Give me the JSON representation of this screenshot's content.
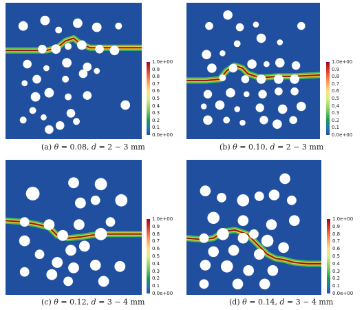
{
  "colors": {
    "background": "#1f4f9e",
    "hole": "#ffffff",
    "crack_core": "#8b1a1a",
    "crack_mid": "#f2c230",
    "crack_outer": "#3fbf5a"
  },
  "colorbar": {
    "labels": [
      "1.0e+00",
      "0.9",
      "0.8",
      "0.7",
      "0.6",
      "0.5",
      "0.4",
      "0.3",
      "0.2",
      "0.1",
      "0.0e+00"
    ]
  },
  "panels": [
    {
      "id": "a",
      "caption": {
        "label": "(a)",
        "theta_sym": "θ",
        "theta": "= 0.08,",
        "d_sym": "d",
        "d": "= 2 − 3 mm"
      },
      "holes": [
        [
          0.13,
          0.17,
          0.035
        ],
        [
          0.29,
          0.13,
          0.035
        ],
        [
          0.39,
          0.2,
          0.025
        ],
        [
          0.53,
          0.15,
          0.035
        ],
        [
          0.67,
          0.18,
          0.035
        ],
        [
          0.83,
          0.17,
          0.025
        ],
        [
          0.27,
          0.34,
          0.032
        ],
        [
          0.37,
          0.34,
          0.035
        ],
        [
          0.46,
          0.32,
          0.025
        ],
        [
          0.56,
          0.31,
          0.035
        ],
        [
          0.69,
          0.34,
          0.032
        ],
        [
          0.8,
          0.35,
          0.035
        ],
        [
          0.16,
          0.45,
          0.032
        ],
        [
          0.3,
          0.48,
          0.022
        ],
        [
          0.45,
          0.44,
          0.035
        ],
        [
          0.6,
          0.47,
          0.032
        ],
        [
          0.14,
          0.59,
          0.022
        ],
        [
          0.23,
          0.56,
          0.032
        ],
        [
          0.44,
          0.56,
          0.025
        ],
        [
          0.57,
          0.52,
          0.032
        ],
        [
          0.67,
          0.5,
          0.022
        ],
        [
          0.22,
          0.69,
          0.035
        ],
        [
          0.32,
          0.66,
          0.035
        ],
        [
          0.46,
          0.69,
          0.025
        ],
        [
          0.6,
          0.68,
          0.032
        ],
        [
          0.2,
          0.79,
          0.025
        ],
        [
          0.13,
          0.86,
          0.025
        ],
        [
          0.28,
          0.84,
          0.022
        ],
        [
          0.48,
          0.81,
          0.032
        ],
        [
          0.88,
          0.75,
          0.035
        ],
        [
          0.32,
          0.93,
          0.032
        ],
        [
          0.4,
          0.9,
          0.032
        ],
        [
          0.52,
          0.87,
          0.025
        ]
      ],
      "crack": [
        [
          0,
          0.35
        ],
        [
          0.2,
          0.35
        ],
        [
          0.3,
          0.35
        ],
        [
          0.38,
          0.33
        ],
        [
          0.44,
          0.28
        ],
        [
          0.5,
          0.26
        ],
        [
          0.55,
          0.3
        ],
        [
          0.62,
          0.33
        ],
        [
          0.72,
          0.33
        ],
        [
          0.82,
          0.33
        ],
        [
          1,
          0.33
        ]
      ]
    },
    {
      "id": "b",
      "caption": {
        "label": "(b)",
        "theta_sym": "θ",
        "theta": "= 0.10,",
        "d_sym": "d",
        "d": "= 2 − 3 mm"
      },
      "holes": [
        [
          0.17,
          0.17,
          0.03
        ],
        [
          0.31,
          0.09,
          0.035
        ],
        [
          0.4,
          0.18,
          0.03
        ],
        [
          0.52,
          0.16,
          0.022
        ],
        [
          0.86,
          0.17,
          0.03
        ],
        [
          0.38,
          0.3,
          0.025
        ],
        [
          0.56,
          0.26,
          0.035
        ],
        [
          0.7,
          0.29,
          0.022
        ],
        [
          0.15,
          0.38,
          0.035
        ],
        [
          0.27,
          0.37,
          0.022
        ],
        [
          0.19,
          0.48,
          0.035
        ],
        [
          0.35,
          0.48,
          0.032
        ],
        [
          0.49,
          0.45,
          0.035
        ],
        [
          0.6,
          0.45,
          0.022
        ],
        [
          0.7,
          0.44,
          0.035
        ],
        [
          0.82,
          0.46,
          0.032
        ],
        [
          0.27,
          0.55,
          0.025
        ],
        [
          0.44,
          0.56,
          0.03
        ],
        [
          0.56,
          0.56,
          0.035
        ],
        [
          0.69,
          0.56,
          0.035
        ],
        [
          0.81,
          0.56,
          0.035
        ],
        [
          0.16,
          0.67,
          0.032
        ],
        [
          0.33,
          0.66,
          0.035
        ],
        [
          0.45,
          0.67,
          0.022
        ],
        [
          0.57,
          0.67,
          0.032
        ],
        [
          0.69,
          0.65,
          0.03
        ],
        [
          0.81,
          0.65,
          0.03
        ],
        [
          0.13,
          0.76,
          0.022
        ],
        [
          0.25,
          0.75,
          0.035
        ],
        [
          0.38,
          0.78,
          0.022
        ],
        [
          0.55,
          0.77,
          0.032
        ],
        [
          0.72,
          0.78,
          0.035
        ],
        [
          0.86,
          0.76,
          0.035
        ],
        [
          0.16,
          0.86,
          0.035
        ],
        [
          0.3,
          0.86,
          0.025
        ],
        [
          0.42,
          0.88,
          0.022
        ],
        [
          0.58,
          0.86,
          0.032
        ],
        [
          0.68,
          0.89,
          0.035
        ],
        [
          0.8,
          0.86,
          0.03
        ]
      ],
      "crack": [
        [
          0,
          0.57
        ],
        [
          0.15,
          0.57
        ],
        [
          0.25,
          0.56
        ],
        [
          0.3,
          0.5
        ],
        [
          0.36,
          0.46
        ],
        [
          0.42,
          0.48
        ],
        [
          0.46,
          0.52
        ],
        [
          0.55,
          0.55
        ],
        [
          0.68,
          0.54
        ],
        [
          0.8,
          0.54
        ],
        [
          1,
          0.53
        ]
      ]
    },
    {
      "id": "c",
      "caption": {
        "label": "(c)",
        "theta_sym": "θ",
        "theta": "= 0.12,",
        "d_sym": "d",
        "d": "= 3 − 4 mm"
      },
      "holes": [
        [
          0.2,
          0.25,
          0.05
        ],
        [
          0.5,
          0.17,
          0.04
        ],
        [
          0.7,
          0.18,
          0.045
        ],
        [
          0.55,
          0.32,
          0.04
        ],
        [
          0.66,
          0.3,
          0.035
        ],
        [
          0.85,
          0.3,
          0.045
        ],
        [
          0.14,
          0.46,
          0.035
        ],
        [
          0.32,
          0.48,
          0.04
        ],
        [
          0.54,
          0.48,
          0.04
        ],
        [
          0.77,
          0.46,
          0.035
        ],
        [
          0.42,
          0.56,
          0.04
        ],
        [
          0.7,
          0.55,
          0.045
        ],
        [
          0.25,
          0.7,
          0.035
        ],
        [
          0.14,
          0.6,
          0.04
        ],
        [
          0.38,
          0.76,
          0.04
        ],
        [
          0.48,
          0.67,
          0.04
        ],
        [
          0.58,
          0.64,
          0.04
        ],
        [
          0.14,
          0.83,
          0.035
        ],
        [
          0.34,
          0.85,
          0.04
        ],
        [
          0.5,
          0.8,
          0.04
        ],
        [
          0.66,
          0.78,
          0.04
        ],
        [
          0.84,
          0.79,
          0.04
        ],
        [
          0.46,
          0.9,
          0.035
        ],
        [
          0.72,
          0.9,
          0.04
        ]
      ],
      "crack": [
        [
          0,
          0.45
        ],
        [
          0.14,
          0.46
        ],
        [
          0.24,
          0.48
        ],
        [
          0.32,
          0.5
        ],
        [
          0.38,
          0.56
        ],
        [
          0.46,
          0.58
        ],
        [
          0.56,
          0.57
        ],
        [
          0.62,
          0.56
        ],
        [
          0.7,
          0.55
        ],
        [
          0.82,
          0.55
        ],
        [
          1,
          0.55
        ]
      ]
    },
    {
      "id": "d",
      "caption": {
        "label": "(d)",
        "theta_sym": "θ",
        "theta": "= 0.14,",
        "d_sym": "d",
        "d": "= 3 − 4 mm"
      },
      "holes": [
        [
          0.73,
          0.14,
          0.04
        ],
        [
          0.14,
          0.23,
          0.04
        ],
        [
          0.26,
          0.28,
          0.035
        ],
        [
          0.42,
          0.3,
          0.045
        ],
        [
          0.54,
          0.27,
          0.035
        ],
        [
          0.65,
          0.26,
          0.04
        ],
        [
          0.78,
          0.3,
          0.035
        ],
        [
          0.2,
          0.43,
          0.045
        ],
        [
          0.42,
          0.45,
          0.04
        ],
        [
          0.63,
          0.48,
          0.04
        ],
        [
          0.8,
          0.45,
          0.04
        ],
        [
          0.13,
          0.58,
          0.035
        ],
        [
          0.27,
          0.55,
          0.045
        ],
        [
          0.42,
          0.58,
          0.04
        ],
        [
          0.5,
          0.55,
          0.035
        ],
        [
          0.6,
          0.6,
          0.045
        ],
        [
          0.2,
          0.68,
          0.04
        ],
        [
          0.35,
          0.67,
          0.04
        ],
        [
          0.54,
          0.7,
          0.04
        ],
        [
          0.72,
          0.65,
          0.04
        ],
        [
          0.14,
          0.78,
          0.04
        ],
        [
          0.3,
          0.79,
          0.045
        ],
        [
          0.46,
          0.82,
          0.04
        ],
        [
          0.64,
          0.82,
          0.04
        ],
        [
          0.13,
          0.92,
          0.035
        ],
        [
          0.38,
          0.92,
          0.04
        ],
        [
          0.58,
          0.92,
          0.04
        ]
      ],
      "crack": [
        [
          0,
          0.58
        ],
        [
          0.12,
          0.59
        ],
        [
          0.2,
          0.58
        ],
        [
          0.28,
          0.53
        ],
        [
          0.36,
          0.52
        ],
        [
          0.45,
          0.55
        ],
        [
          0.5,
          0.6
        ],
        [
          0.55,
          0.65
        ],
        [
          0.6,
          0.7
        ],
        [
          0.66,
          0.73
        ],
        [
          0.72,
          0.74
        ],
        [
          0.8,
          0.76
        ],
        [
          0.9,
          0.77
        ],
        [
          1,
          0.77
        ]
      ]
    }
  ]
}
